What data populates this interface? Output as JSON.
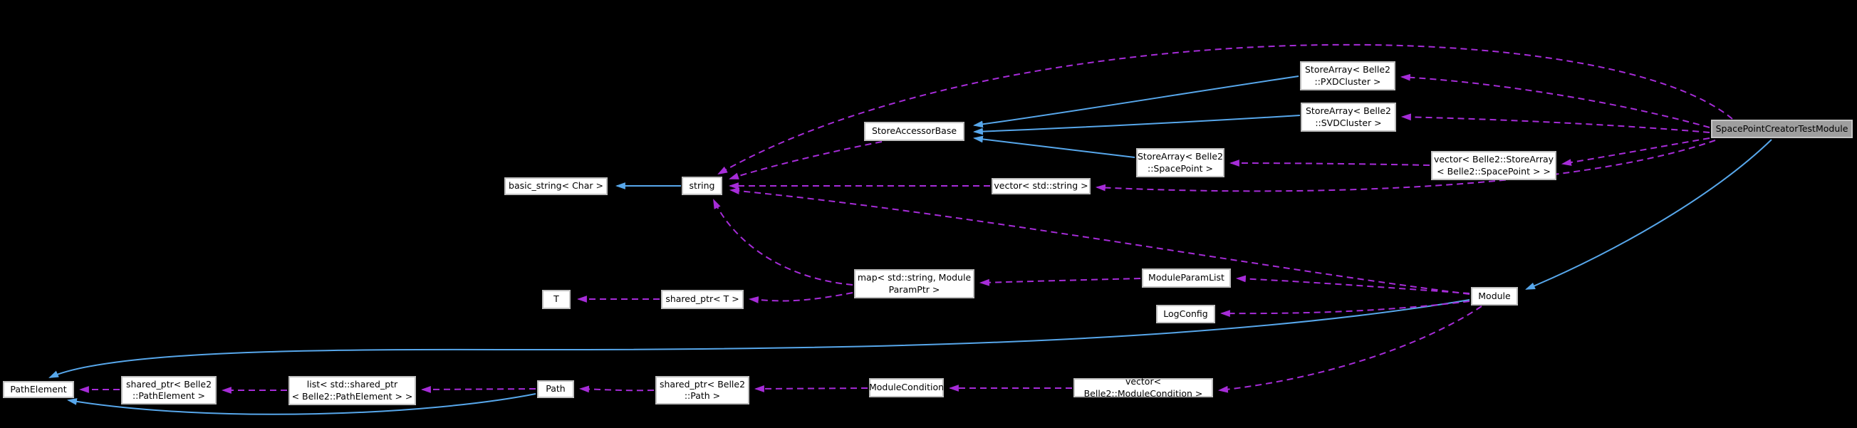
{
  "diagram": {
    "type": "doxygen-collaboration-graph",
    "background": "#000000",
    "colors": {
      "inheritance_edge": "#57a7eb",
      "usage_edge": "#a62cd8",
      "node_fill": "#ffffff",
      "node_border": "#bfbfbf",
      "node_text": "#000000",
      "highlighted_node_fill": "#9e9e9e"
    },
    "nodes": [
      {
        "id": "basic_string",
        "label": "basic_string< Char >"
      },
      {
        "id": "string",
        "label": "string"
      },
      {
        "id": "store_accessor_base",
        "label": "StoreAccessorBase"
      },
      {
        "id": "storearray_pxd",
        "label": "StoreArray< Belle2\n::PXDCluster >"
      },
      {
        "id": "storearray_svd",
        "label": "StoreArray< Belle2\n::SVDCluster >"
      },
      {
        "id": "storearray_sp",
        "label": "StoreArray< Belle2\n::SpacePoint >"
      },
      {
        "id": "vector_storearray_sp",
        "label": "vector< Belle2::StoreArray\n< Belle2::SpacePoint > >"
      },
      {
        "id": "spacepoint_creator_test_module",
        "label": "SpacePointCreatorTestModule",
        "highlighted": true
      },
      {
        "id": "vector_string",
        "label": "vector< std::string >"
      },
      {
        "id": "map_moduleparamptr",
        "label": "map< std::string, Module\nParamPtr >"
      },
      {
        "id": "module_param_list",
        "label": "ModuleParamList"
      },
      {
        "id": "log_config",
        "label": "LogConfig"
      },
      {
        "id": "module",
        "label": "Module"
      },
      {
        "id": "t",
        "label": "T"
      },
      {
        "id": "shared_ptr_t",
        "label": "shared_ptr< T >"
      },
      {
        "id": "path_element",
        "label": "PathElement"
      },
      {
        "id": "shared_ptr_path_element",
        "label": "shared_ptr< Belle2\n::PathElement >"
      },
      {
        "id": "list_shared_ptr_path_element",
        "label": "list< std::shared_ptr\n< Belle2::PathElement > >"
      },
      {
        "id": "path",
        "label": "Path"
      },
      {
        "id": "shared_ptr_path",
        "label": "shared_ptr< Belle2\n::Path >"
      },
      {
        "id": "module_condition",
        "label": "ModuleCondition"
      },
      {
        "id": "vector_module_condition",
        "label": "vector< Belle2::ModuleCondition >"
      }
    ],
    "edges": [
      {
        "from": "string",
        "to": "basic_string",
        "type": "inheritance"
      },
      {
        "from": "storearray_pxd",
        "to": "store_accessor_base",
        "type": "inheritance"
      },
      {
        "from": "storearray_svd",
        "to": "store_accessor_base",
        "type": "inheritance"
      },
      {
        "from": "storearray_sp",
        "to": "store_accessor_base",
        "type": "inheritance"
      },
      {
        "from": "spacepoint_creator_test_module",
        "to": "module",
        "type": "inheritance"
      },
      {
        "from": "module",
        "to": "path_element",
        "type": "inheritance"
      },
      {
        "from": "path",
        "to": "path_element",
        "type": "inheritance"
      },
      {
        "from": "store_accessor_base",
        "to": "string",
        "type": "usage"
      },
      {
        "from": "vector_string",
        "to": "string",
        "type": "usage"
      },
      {
        "from": "map_moduleparamptr",
        "to": "string",
        "type": "usage"
      },
      {
        "from": "module",
        "to": "string",
        "type": "usage"
      },
      {
        "from": "spacepoint_creator_test_module",
        "to": "string",
        "type": "usage"
      },
      {
        "from": "spacepoint_creator_test_module",
        "to": "storearray_pxd",
        "type": "usage"
      },
      {
        "from": "spacepoint_creator_test_module",
        "to": "storearray_svd",
        "type": "usage"
      },
      {
        "from": "spacepoint_creator_test_module",
        "to": "vector_storearray_sp",
        "type": "usage"
      },
      {
        "from": "spacepoint_creator_test_module",
        "to": "vector_string",
        "type": "usage"
      },
      {
        "from": "vector_storearray_sp",
        "to": "storearray_sp",
        "type": "usage"
      },
      {
        "from": "shared_ptr_t",
        "to": "t",
        "type": "usage"
      },
      {
        "from": "map_moduleparamptr",
        "to": "shared_ptr_t",
        "type": "usage"
      },
      {
        "from": "module_param_list",
        "to": "map_moduleparamptr",
        "type": "usage"
      },
      {
        "from": "module",
        "to": "module_param_list",
        "type": "usage"
      },
      {
        "from": "module",
        "to": "log_config",
        "type": "usage"
      },
      {
        "from": "module",
        "to": "vector_module_condition",
        "type": "usage"
      },
      {
        "from": "vector_module_condition",
        "to": "module_condition",
        "type": "usage"
      },
      {
        "from": "module_condition",
        "to": "shared_ptr_path",
        "type": "usage"
      },
      {
        "from": "shared_ptr_path",
        "to": "path",
        "type": "usage"
      },
      {
        "from": "path",
        "to": "list_shared_ptr_path_element",
        "type": "usage"
      },
      {
        "from": "list_shared_ptr_path_element",
        "to": "shared_ptr_path_element",
        "type": "usage"
      },
      {
        "from": "shared_ptr_path_element",
        "to": "path_element",
        "type": "usage"
      }
    ]
  }
}
